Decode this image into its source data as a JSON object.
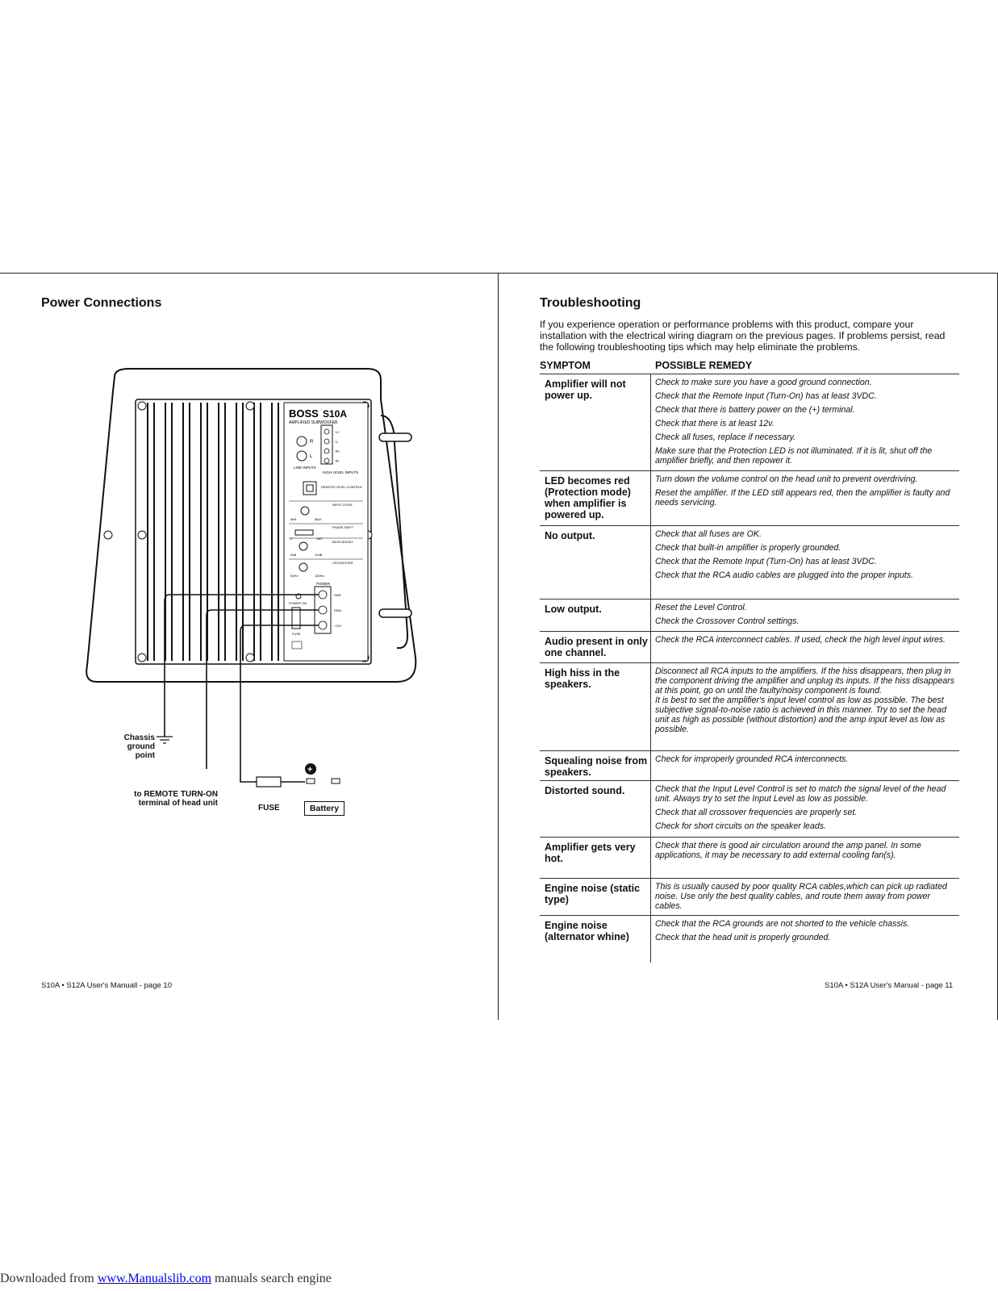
{
  "left_page": {
    "title": "Power Connections",
    "footer": "S10A • S12A User's Manuall - page 10",
    "diagram": {
      "brand": "BOSS",
      "model": "S10A",
      "subtitle": "AMPLIFIED SUBWOOFER",
      "panel_labels": {
        "line_inputs": "LINE INPUTS",
        "high_level_inputs": "HIGH LEVEL INPUTS",
        "r": "R",
        "l": "L",
        "hl_terminals": [
          "L+",
          "L-",
          "R+",
          "R-"
        ],
        "remote_level_control": "REMOTE LEVEL CONTROL",
        "input_level": "INPUT LEVEL",
        "min": "MIN",
        "max": "MAX",
        "phase_shift": "PHASE SHIFT",
        "phase_0": "0°",
        "phase_180": "180°",
        "bass_boost": "BASS BOOST",
        "boost_0": "0dB",
        "boost_12": "12dB",
        "crossover": "CROSSOVER",
        "xo_low": "50Hz",
        "xo_high": "150Hz",
        "power": "POWER",
        "power_on": "POWER ON",
        "fuse": "FUSE",
        "gnd": "GND",
        "rem": "REM",
        "plus12": "+12V"
      },
      "callouts": {
        "chassis": "Chassis ground point",
        "remote": "to REMOTE TURN-ON terminal of head unit",
        "fuse": "FUSE",
        "battery": "Battery",
        "plus_sign": "+"
      }
    }
  },
  "right_page": {
    "title": "Troubleshooting",
    "intro": "If you experience operation or performance problems with this product, compare your installation with the electrical wiring diagram on the previous pages. If problems persist, read the following troubleshooting tips which may help eliminate the problems.",
    "col_symptom": "SYMPTOM",
    "col_remedy": "POSSIBLE REMEDY",
    "footer": "S10A • S12A User's Manual - page 11",
    "rows": [
      {
        "symptom": "Amplifier will not power up.",
        "remedies": [
          "Check to make sure you have a good ground connection.",
          "Check that the Remote Input (Turn-On) has at least 3VDC.",
          "Check that there is battery power on the (+) terminal.",
          "Check that there is at least 12v.",
          "Check all fuses, replace if necessary.",
          "Make sure that the Protection LED is not illuminated. If it is lit, shut off the amplifier briefly, and then repower it."
        ]
      },
      {
        "symptom": "LED becomes red (Protection mode) when amplifier is powered up.",
        "remedies": [
          "Turn down the volume control on the head unit to prevent overdriving.",
          "Reset the amplifier. If the LED still appears red, then the amplifier is faulty and needs servicing."
        ]
      },
      {
        "symptom": "No output.",
        "remedies": [
          "Check that all fuses are OK.",
          "Check that built-in amplifier is properly grounded.",
          "Check that the Remote Input (Turn-On) has at least 3VDC.",
          "Check that the RCA audio cables are plugged into the proper inputs."
        ]
      },
      {
        "symptom": "Low output.",
        "remedies": [
          "Reset the Level Control.",
          "Check the Crossover Control settings."
        ]
      },
      {
        "symptom": "Audio present in only one channel.",
        "remedies": [
          "Check the RCA interconnect cables. If used, check the high level input wires."
        ]
      },
      {
        "symptom": "High hiss in the speakers.",
        "remedies": [
          "Disconnect all RCA inputs to the amplifiers. If the hiss disappears, then plug in the component driving the amplifier and unplug its inputs. If the hiss disappears at this point, go on until the faulty/noisy component is found.",
          "It is best to set the amplifier's input level control as low as possible. The best subjective signal-to-noise ratio is achieved in this manner. Try to set the head unit as high as possible (without distortion) and the amp input level as low as possible."
        ]
      },
      {
        "symptom": "Squealing noise from speakers.",
        "remedies": [
          "Check for improperly grounded RCA interconnects."
        ]
      },
      {
        "symptom": "Distorted sound.",
        "remedies": [
          "Check that the Input Level Control is set to match the signal level of the head unit. Always try to set the Input Level as low as possible.",
          "Check that all crossover frequencies are properly set.",
          "Check for short circuits on the speaker leads."
        ]
      },
      {
        "symptom": "Amplifier gets very hot.",
        "remedies": [
          "Check that there is good air circulation around the amp panel. In some applications, it may be necessary to add external cooling fan(s)."
        ]
      },
      {
        "symptom": "Engine noise (static type)",
        "remedies": [
          "This is usually caused by poor quality RCA cables,which can pick up radiated noise. Use only the best quality cables, and route them away from power cables."
        ]
      },
      {
        "symptom": "Engine noise (alternator whine)",
        "remedies": [
          "Check that the RCA grounds are not shorted to the vehicle chassis.",
          "Check that the head unit is properly grounded."
        ]
      }
    ]
  },
  "watermark": {
    "prefix": "Downloaded from ",
    "link": "www.Manualslib.com",
    "suffix": " manuals search engine"
  }
}
